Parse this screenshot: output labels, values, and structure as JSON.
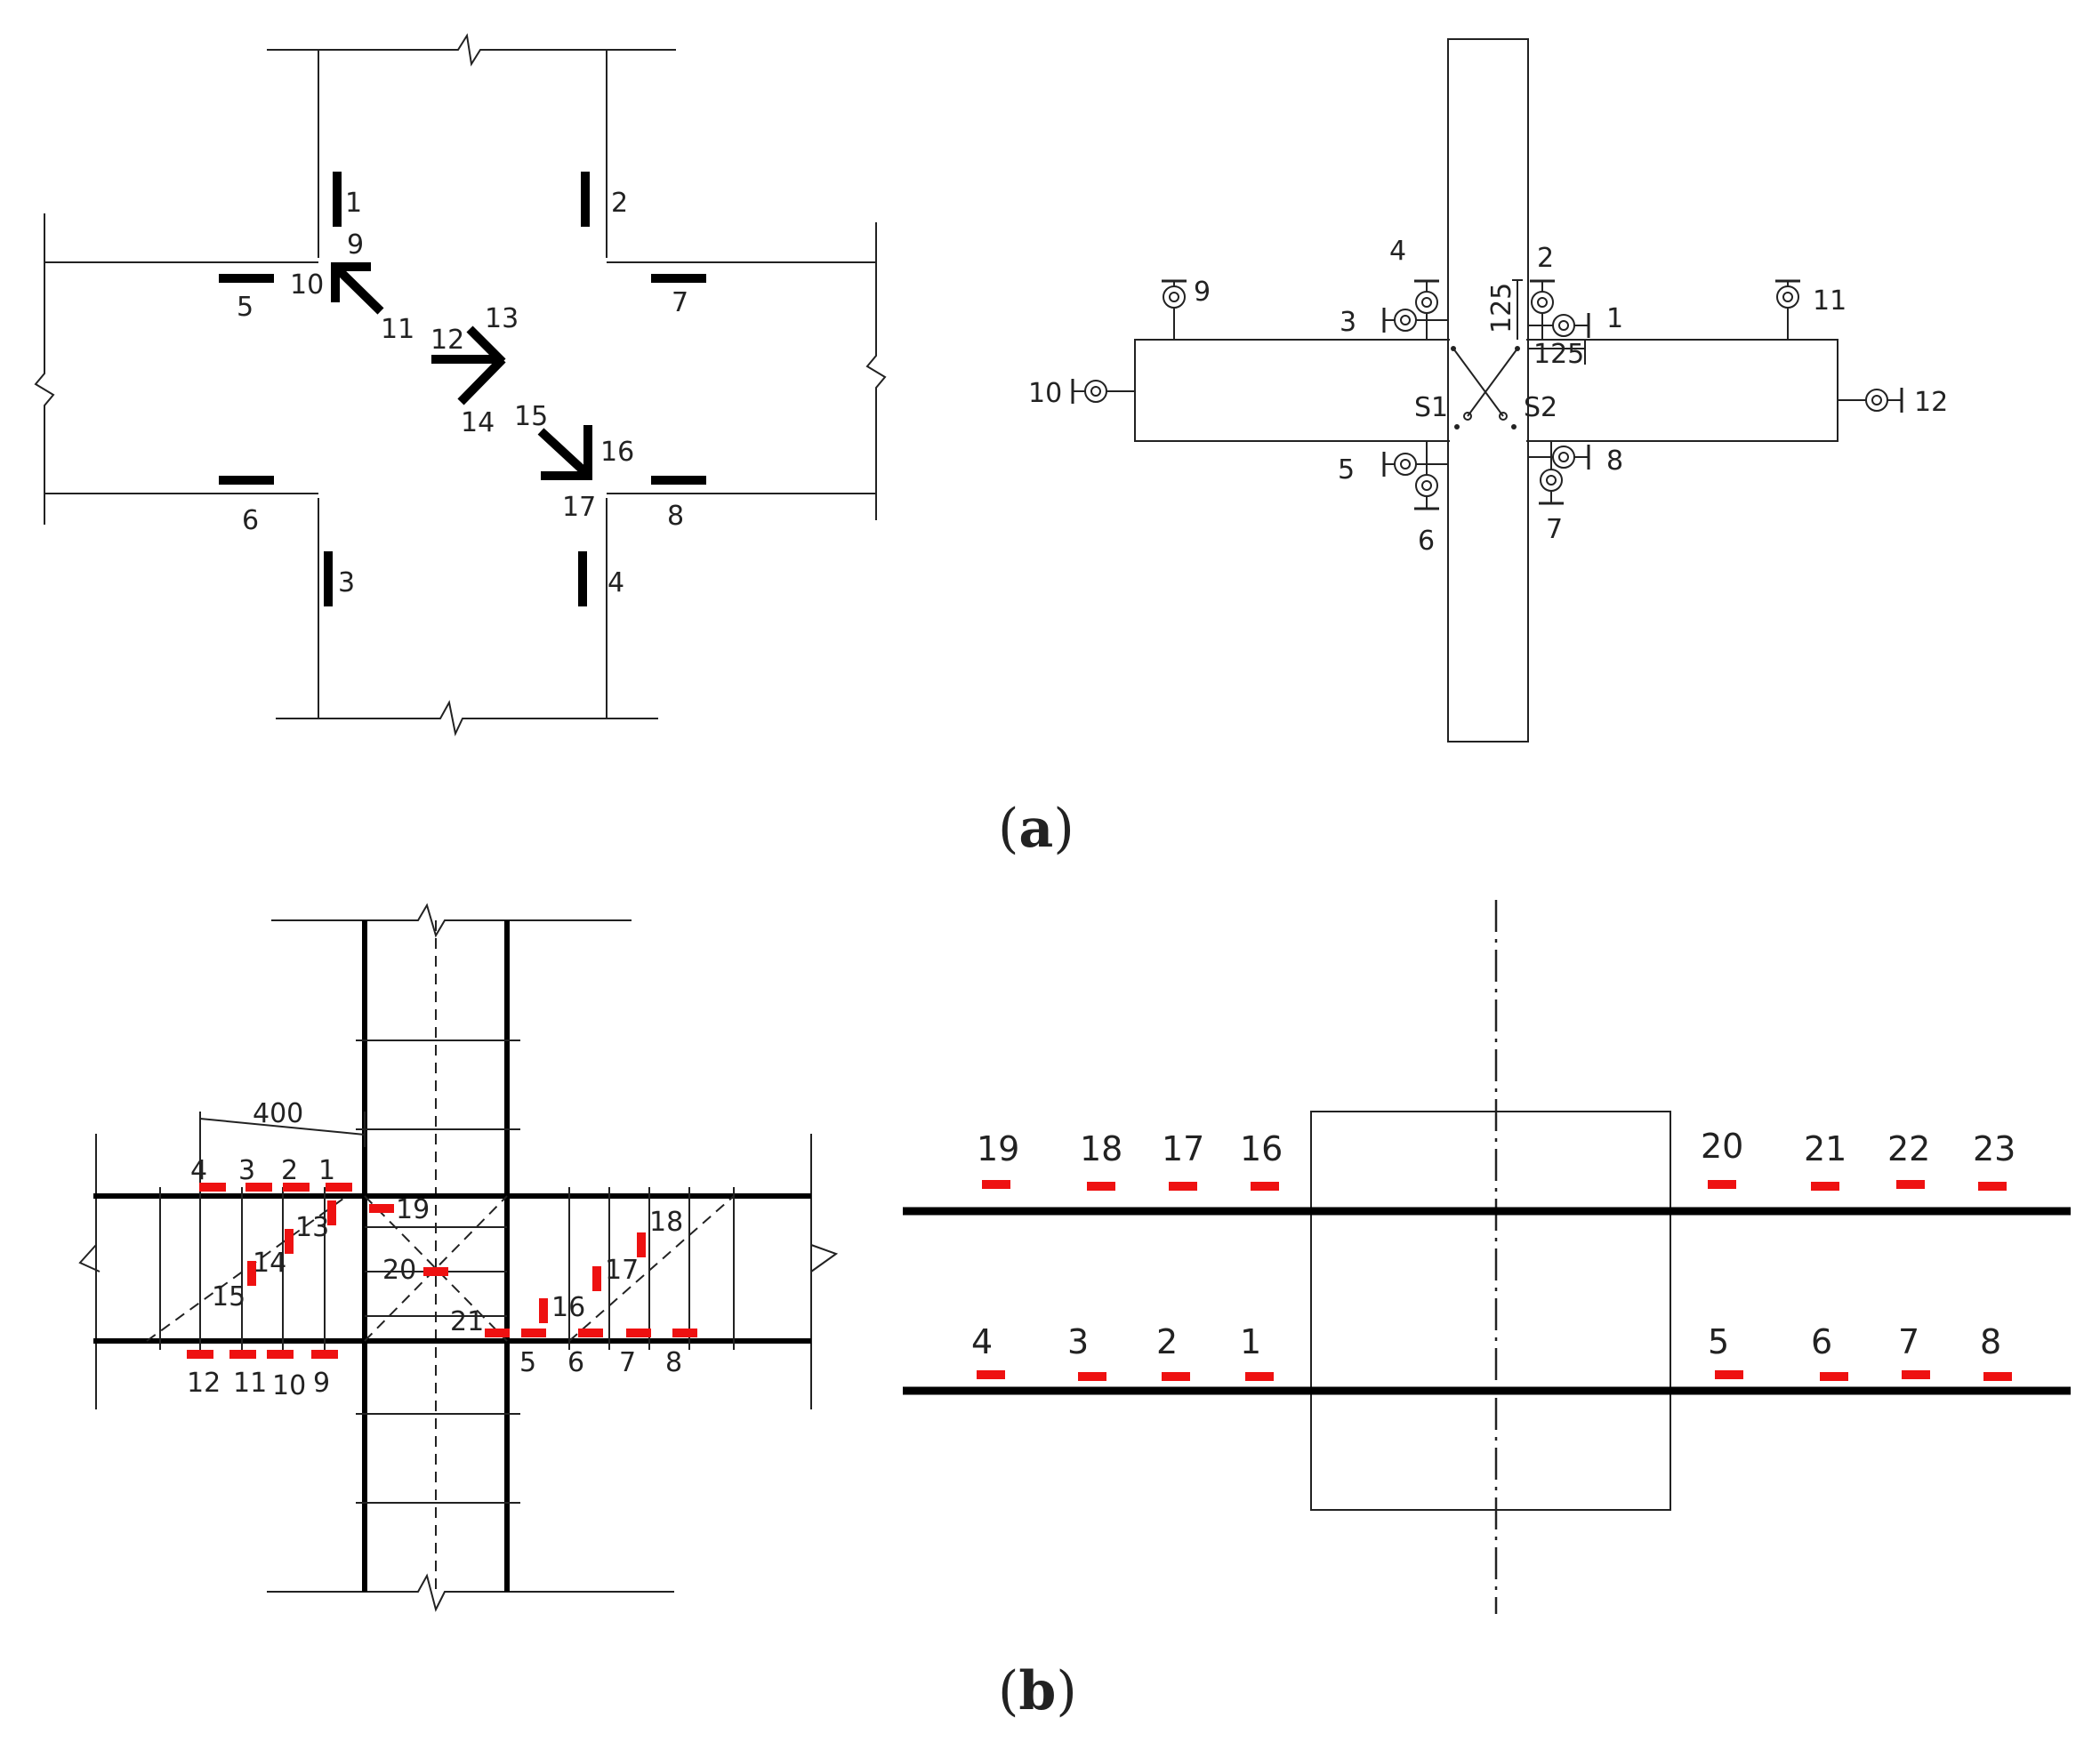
{
  "panels": {
    "a": {
      "caption_open": "(",
      "caption_letter": "a",
      "caption_close": ")",
      "left_gauges": [
        "1",
        "2",
        "3",
        "4",
        "5",
        "6",
        "7",
        "8",
        "9",
        "10",
        "11",
        "12",
        "13",
        "14",
        "15",
        "16",
        "17"
      ],
      "right_sensors": [
        "1",
        "2",
        "3",
        "4",
        "5",
        "6",
        "7",
        "8",
        "9",
        "10",
        "11",
        "12"
      ],
      "right_dims": [
        "125",
        "125"
      ],
      "right_section_labels": [
        "S1",
        "S2"
      ]
    },
    "b": {
      "caption_open": "(",
      "caption_letter": "b",
      "caption_close": ")",
      "left_dim": "400",
      "left_gauges": [
        "1",
        "2",
        "3",
        "4",
        "5",
        "6",
        "7",
        "8",
        "9",
        "10",
        "11",
        "12",
        "13",
        "14",
        "15",
        "16",
        "17",
        "18",
        "19",
        "20",
        "21"
      ],
      "right_top_gauges": [
        "19",
        "18",
        "17",
        "16",
        "20",
        "21",
        "22",
        "23"
      ],
      "right_bottom_gauges": [
        "4",
        "3",
        "2",
        "1",
        "5",
        "6",
        "7",
        "8"
      ]
    }
  },
  "colors": {
    "line": "#222222",
    "gauge_black": "#000000",
    "gauge_red": "#ee1111"
  }
}
